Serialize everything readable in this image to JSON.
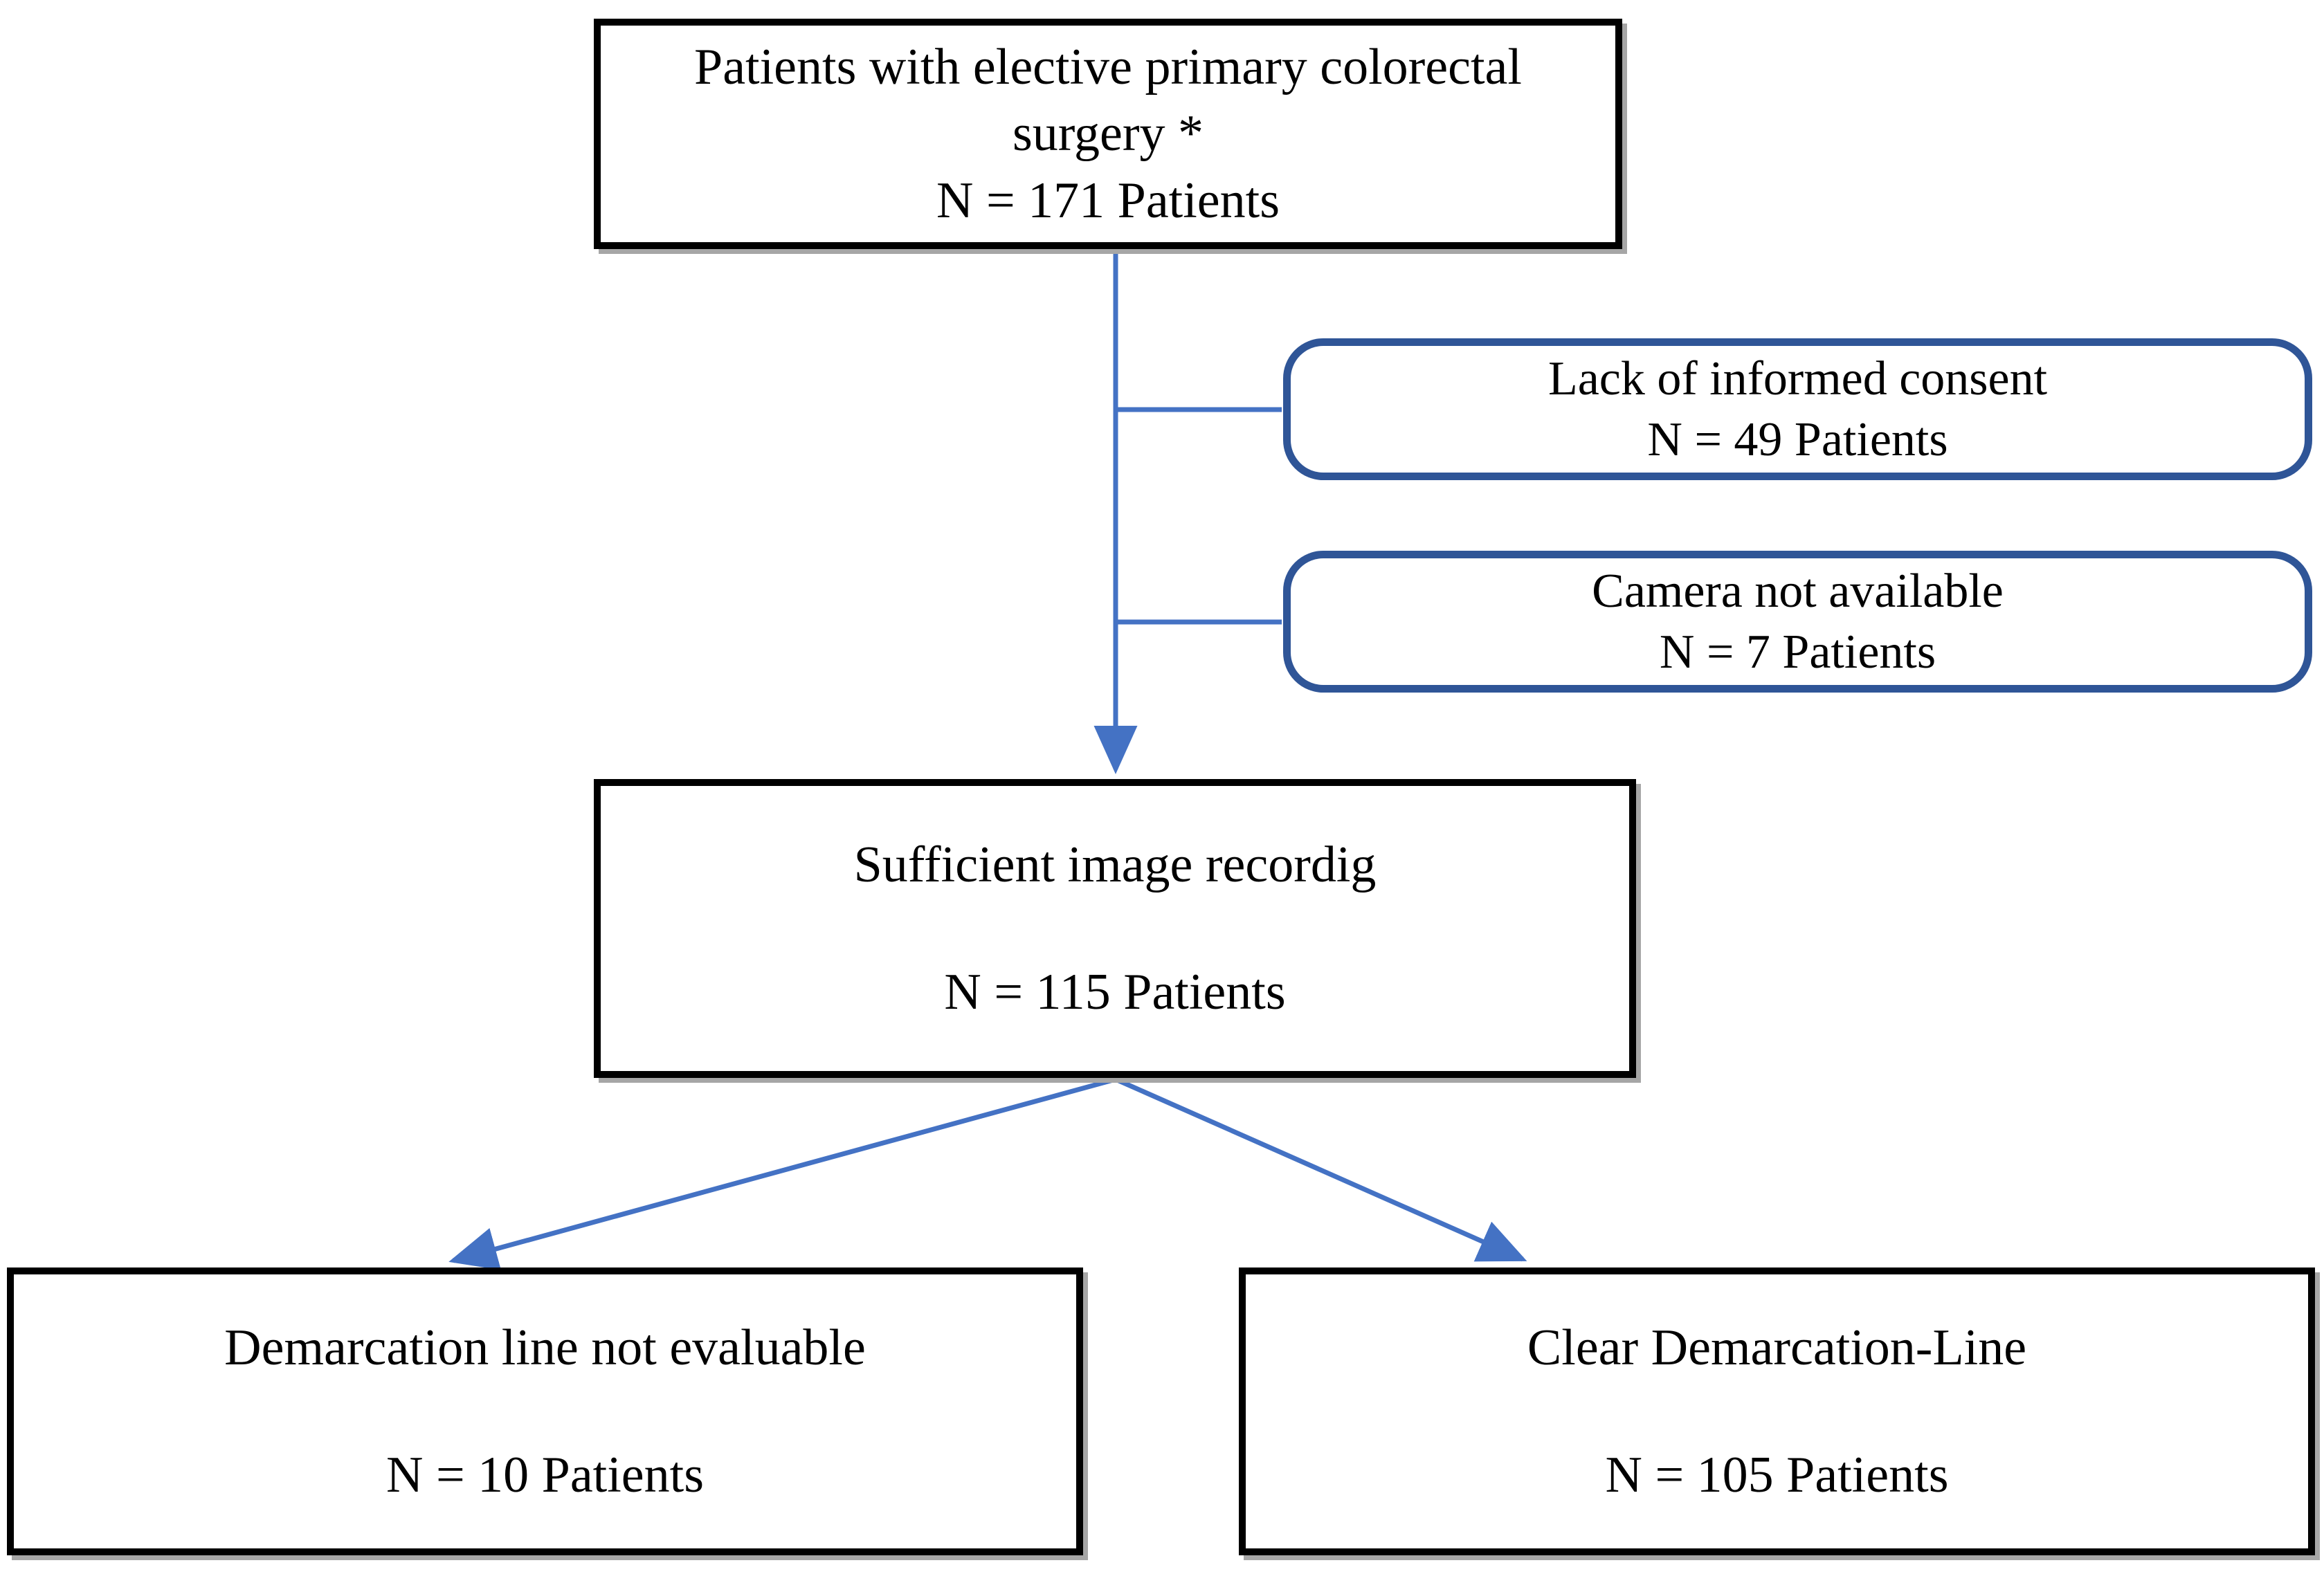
{
  "diagram": {
    "nodes": {
      "top": {
        "line1": "Patients with elective primary colorectal",
        "line2": "surgery *",
        "line3": "N = 171 Patients"
      },
      "excl1": {
        "line1": "Lack of informed consent",
        "line2": "N = 49 Patients"
      },
      "excl2": {
        "line1": "Camera not available",
        "line2": "N = 7 Patients"
      },
      "mid": {
        "line1": "Sufficient image recordig",
        "line2": "N = 115 Patients"
      },
      "bottomLeft": {
        "line1": "Demarcation line not evaluable",
        "line2": "N = 10 Patients"
      },
      "bottomRight": {
        "line1": "Clear Demarcation-Line",
        "line2": "N = 105 Patients"
      }
    },
    "colors": {
      "connector": "#4472C4",
      "exclusion_border": "#2F5597",
      "box_border": "#000000",
      "shadow": "#a6a6a6",
      "text": "#000000"
    }
  }
}
